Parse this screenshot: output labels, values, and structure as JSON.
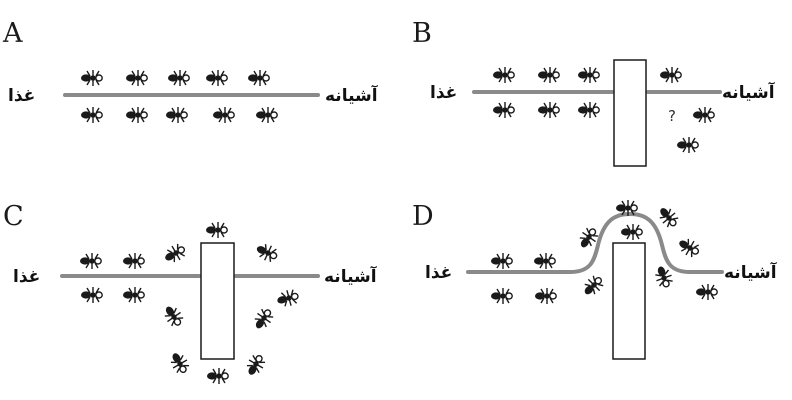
{
  "colors": {
    "trail": "#8a8a8a",
    "ant": "#1a1a1a",
    "barrier_stroke": "#1a1a1a"
  },
  "icons": {
    "ant": "ant-icon",
    "barrier": "rectangle-obstacle"
  },
  "panels": [
    {
      "letter": "A",
      "food_label": "غذا",
      "nest_label": "آشیانه"
    },
    {
      "letter": "B",
      "food_label": "غذا",
      "nest_label": "آشیانه",
      "question": "?"
    },
    {
      "letter": "C",
      "food_label": "غذا",
      "nest_label": "آشیانه"
    },
    {
      "letter": "D",
      "food_label": "غذا",
      "nest_label": "آشیانه"
    }
  ]
}
